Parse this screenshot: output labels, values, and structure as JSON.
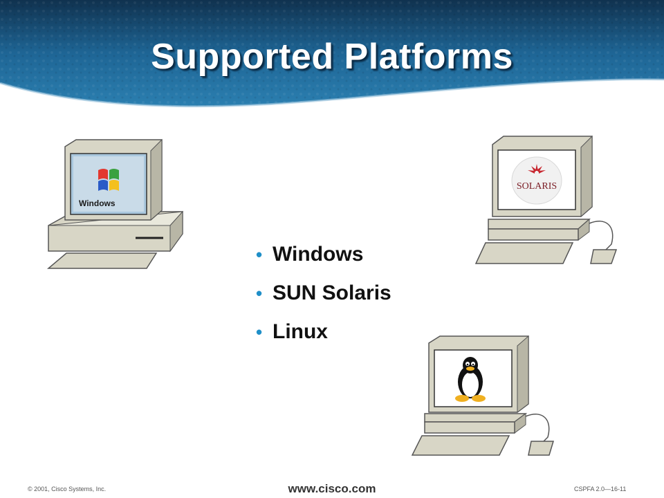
{
  "slide": {
    "title": "Supported Platforms",
    "bullets": [
      {
        "label": "Windows"
      },
      {
        "label": "SUN Solaris"
      },
      {
        "label": "Linux"
      }
    ],
    "screens": {
      "windows_logo_text": "Windows",
      "solaris_logo_text": "SOLARIS"
    }
  },
  "footer": {
    "copyright": "© 2001, Cisco Systems, Inc.",
    "website": "www.cisco.com",
    "course_code": "CSPFA 2.0—16-11"
  },
  "colors": {
    "banner": "#1b5d8f",
    "bullet": "#1f8fc8",
    "computer_body": "#d8d6c6"
  }
}
